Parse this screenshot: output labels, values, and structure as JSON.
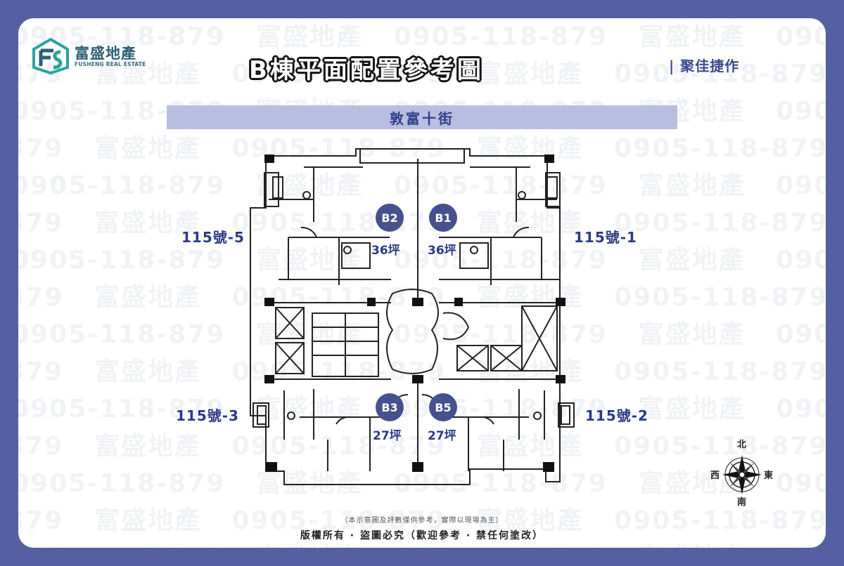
{
  "brand": {
    "name": "富盛地產",
    "name_en": "FUSHENG REAL ESTATE"
  },
  "title": "B棟平面配置參考圖",
  "subtitle": "| 聚佳捷作",
  "street": "敦富十街",
  "watermark": {
    "phone": "0905-118-879",
    "brand": "富盛地產"
  },
  "units": [
    {
      "id": "B2",
      "area": "36坪",
      "address": "115號-5"
    },
    {
      "id": "B1",
      "area": "36坪",
      "address": "115號-1"
    },
    {
      "id": "B3",
      "area": "27坪",
      "address": "115號-3"
    },
    {
      "id": "B5",
      "area": "27坪",
      "address": "115號-2"
    }
  ],
  "compass": {
    "north": "北",
    "south": "南",
    "west": "西",
    "east": "東"
  },
  "note": "（本示意圖及評數僅供參考，實際以現場為主）",
  "copyright": "版權所有 · 盜圖必究（歡迎參考 · 禁任何塗改）",
  "colors": {
    "frame": "#5560a3",
    "accent": "#47518e",
    "street_bar": "#b8bedf"
  }
}
